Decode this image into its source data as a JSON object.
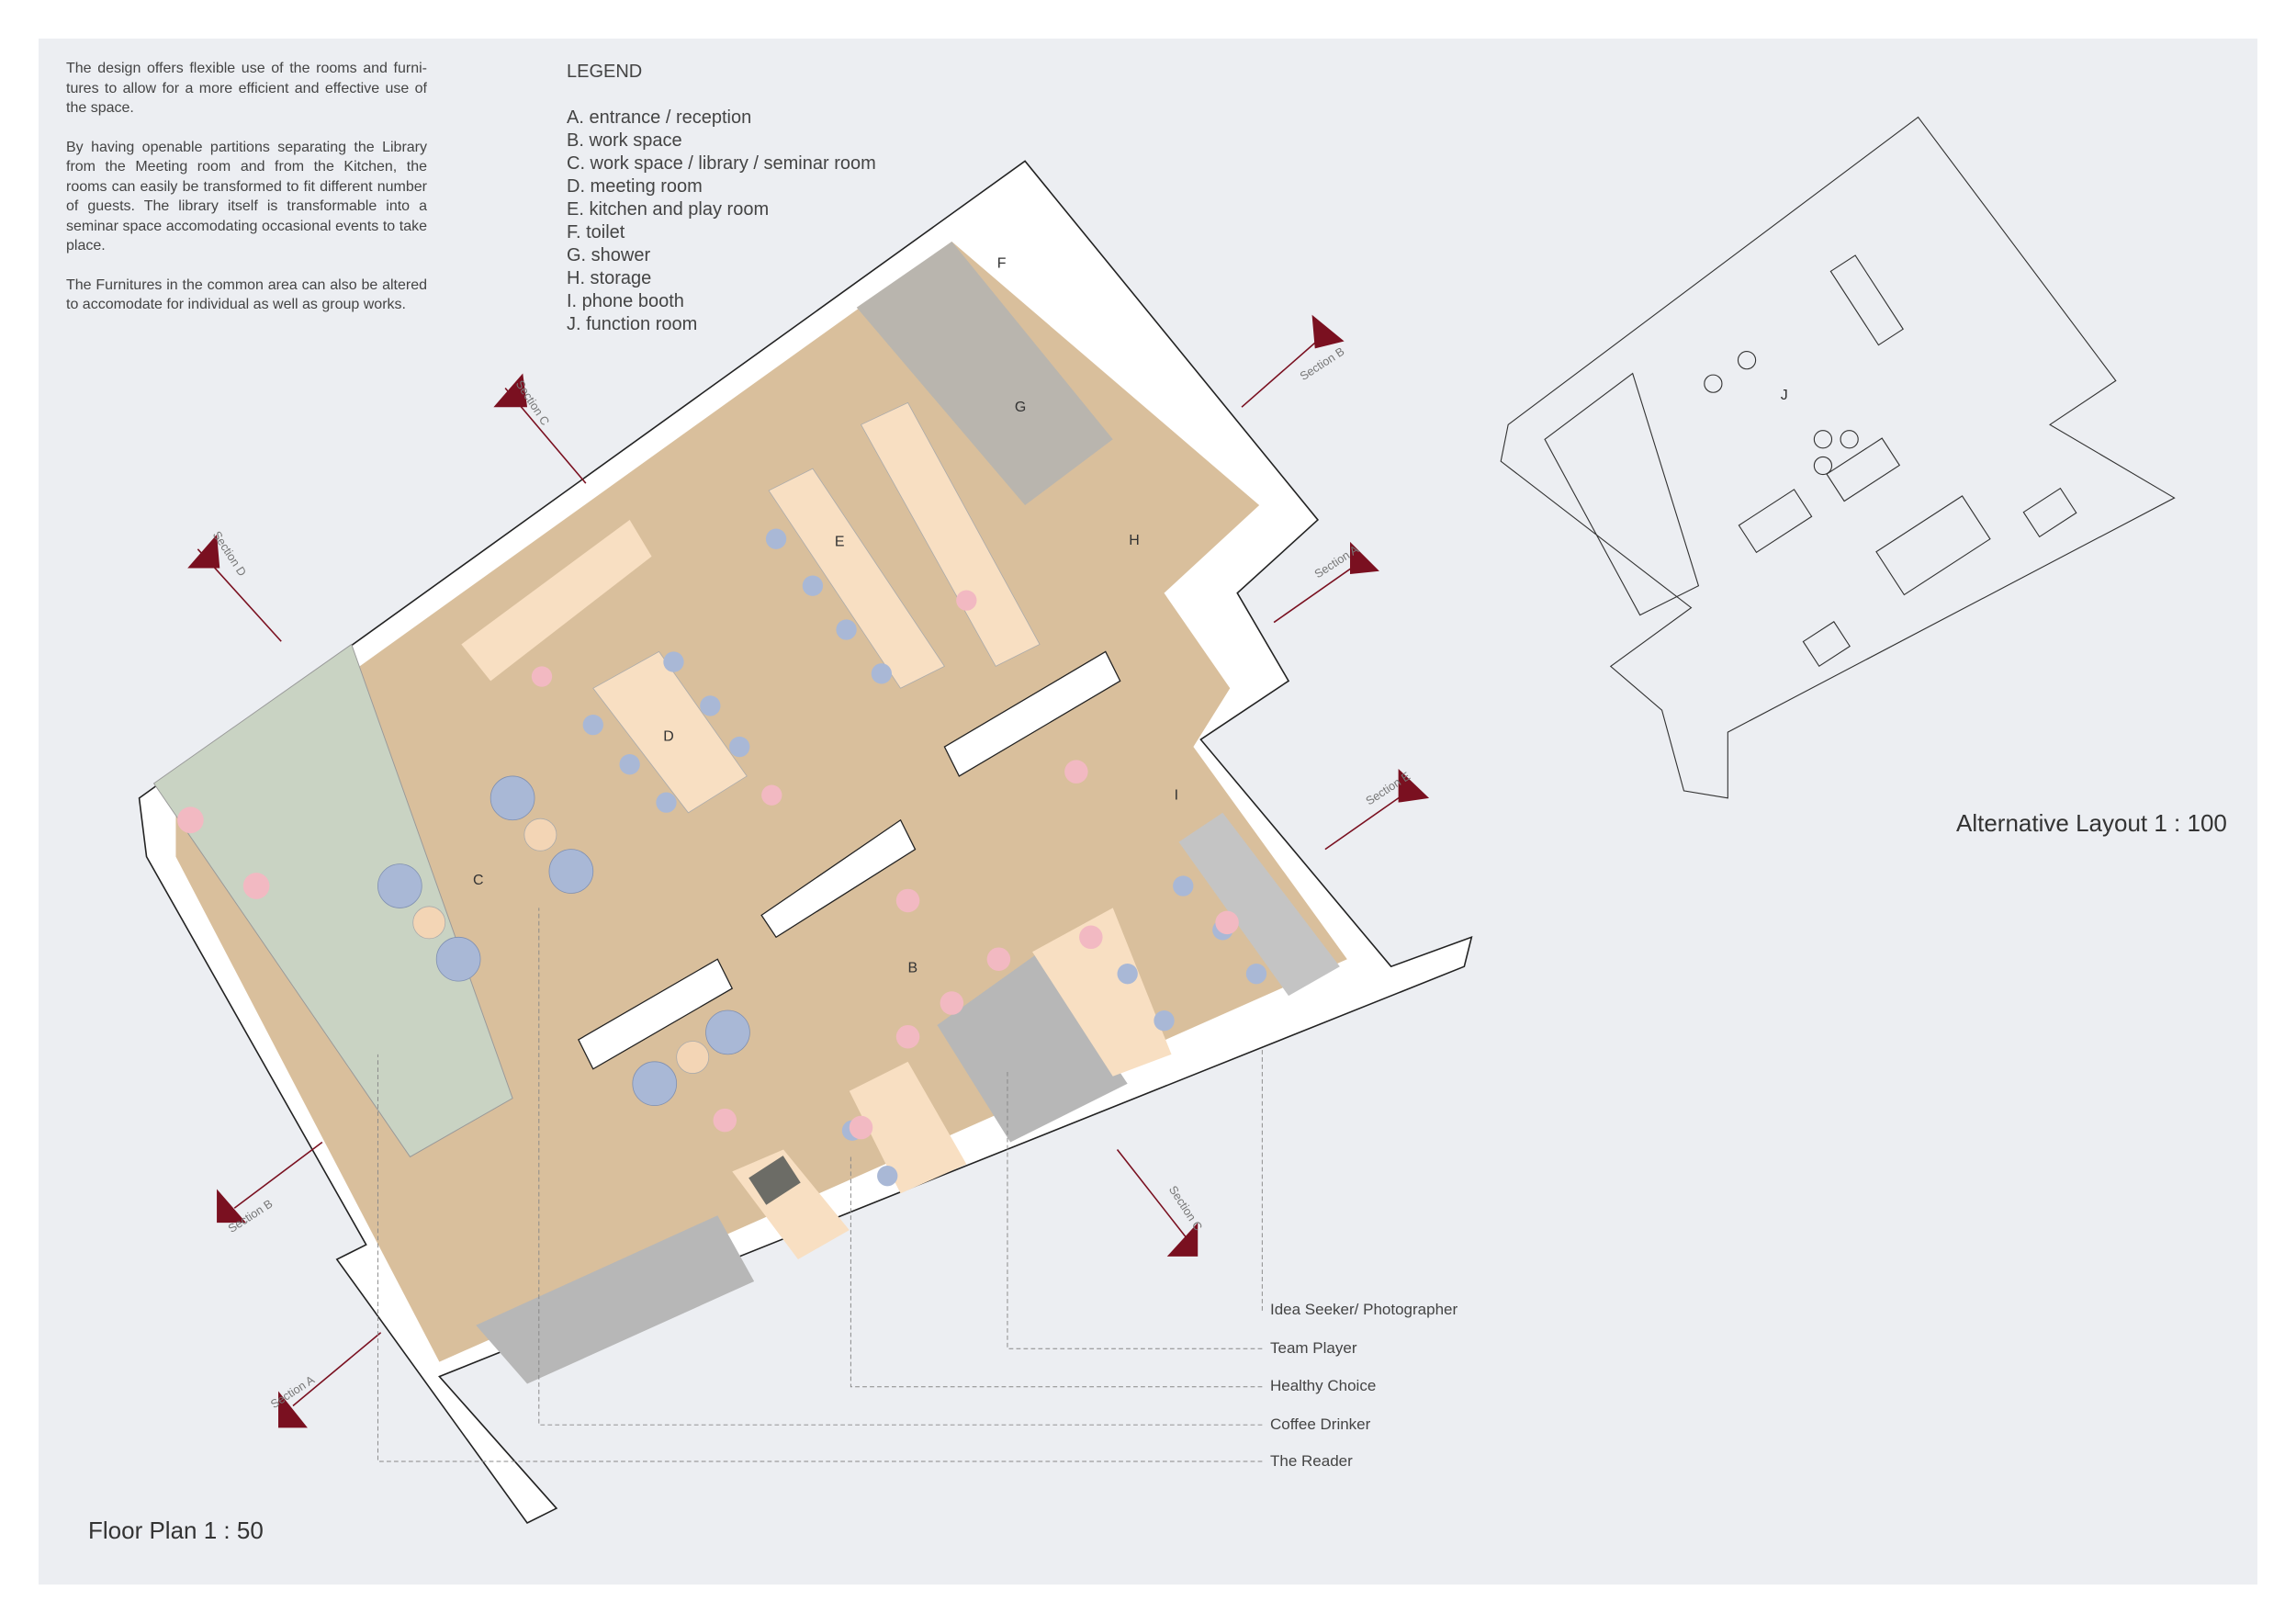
{
  "intro": {
    "paragraphs": [
      "The design offers flexible use of the rooms and furni-tures to allow for a more efficient and effective use of the space.",
      "By having openable partitions separating the Library from the Meeting room and from the Kitchen, the rooms can easily be transformed to fit different number of guests. The library itself is transformable into a seminar space accomodating occasional events to take place.",
      "The Furnitures in the common area can also be altered to accomodate for individual as well as group works."
    ]
  },
  "legend": {
    "title": "LEGEND",
    "items": [
      "A. entrance / reception",
      "B. work space",
      "C. work space / library / seminar room",
      "D. meeting room",
      "E. kitchen and play room",
      "F. toilet",
      "G. shower",
      "H. storage",
      "I. phone booth",
      "J. function room"
    ]
  },
  "room_labels": [
    "B",
    "C",
    "D",
    "E",
    "F",
    "G",
    "H",
    "I"
  ],
  "alt_room_label": "J",
  "sections": [
    "Section C",
    "Section B",
    "Section A",
    "Section D",
    "Section E",
    "Section C",
    "Section B",
    "Section A"
  ],
  "personas": [
    "Idea Seeker/ Photographer",
    "Team Player",
    "Healthy Choice",
    "Coffee Drinker",
    "The Reader"
  ],
  "titles": {
    "floor_plan": "Floor Plan 1 : 50",
    "alternative": "Alternative Layout 1 : 100"
  },
  "colors": {
    "background": "#eceef2",
    "wood": "#d9bf9c",
    "section_marker": "#7a1020",
    "chair": "#a9b8d6",
    "library": "#c9d3c3",
    "wet": "#b9b5ae"
  }
}
